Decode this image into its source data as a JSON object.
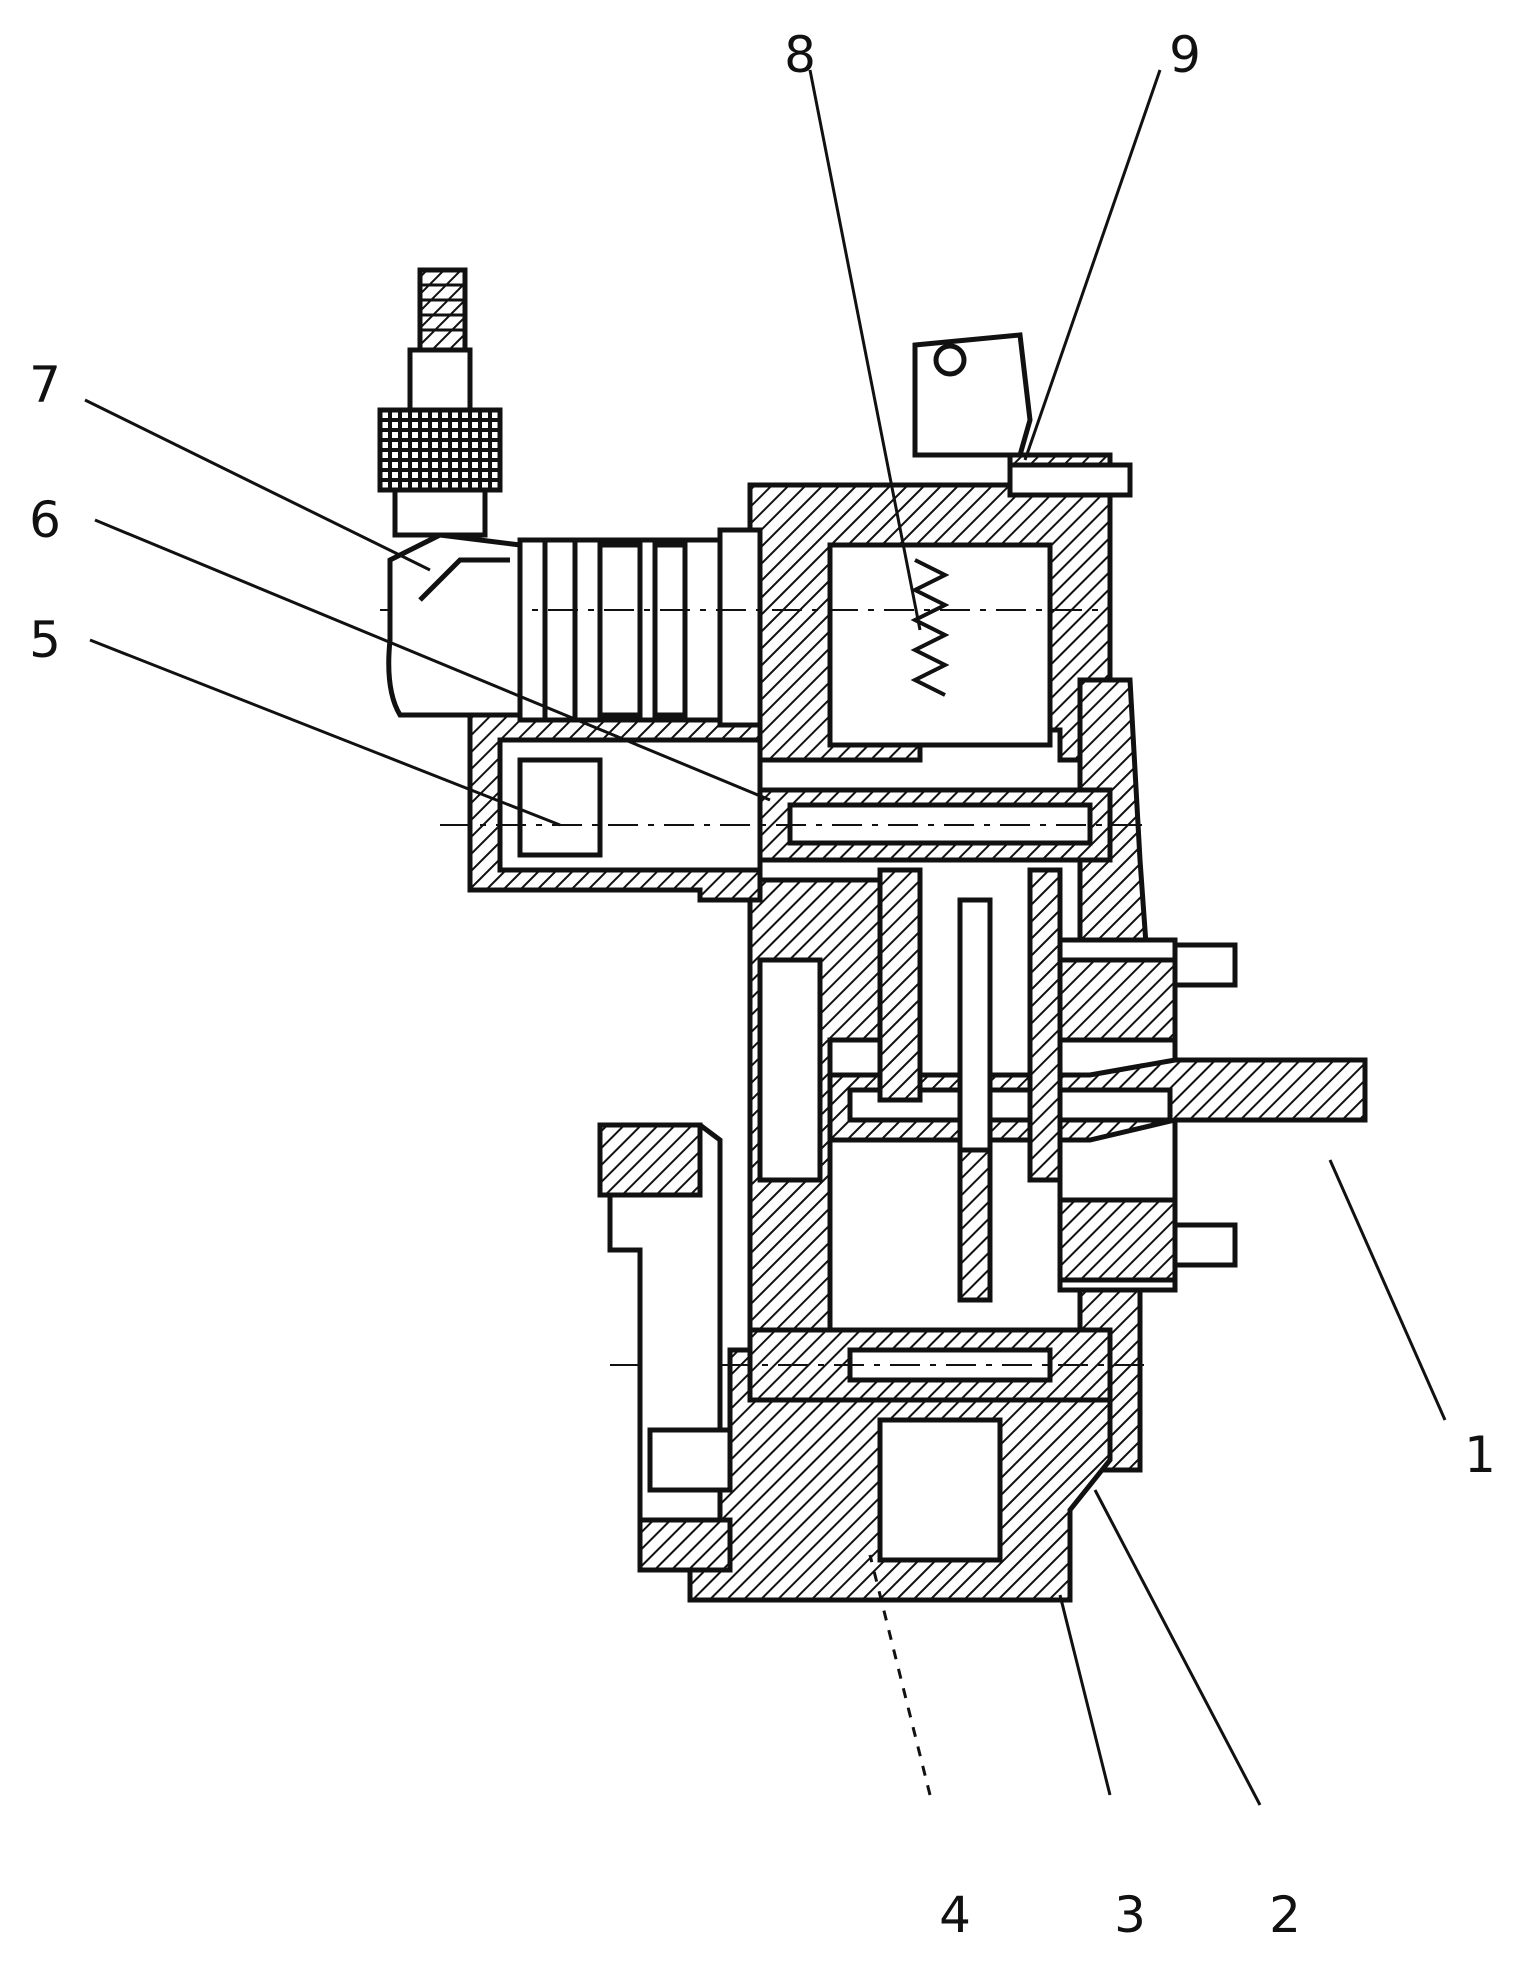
{
  "figure": {
    "callouts": [
      "1",
      "2",
      "3",
      "4",
      "5",
      "6",
      "7",
      "8",
      "9"
    ]
  },
  "colors": {
    "ink": "#111111",
    "paper": "#ffffff"
  }
}
